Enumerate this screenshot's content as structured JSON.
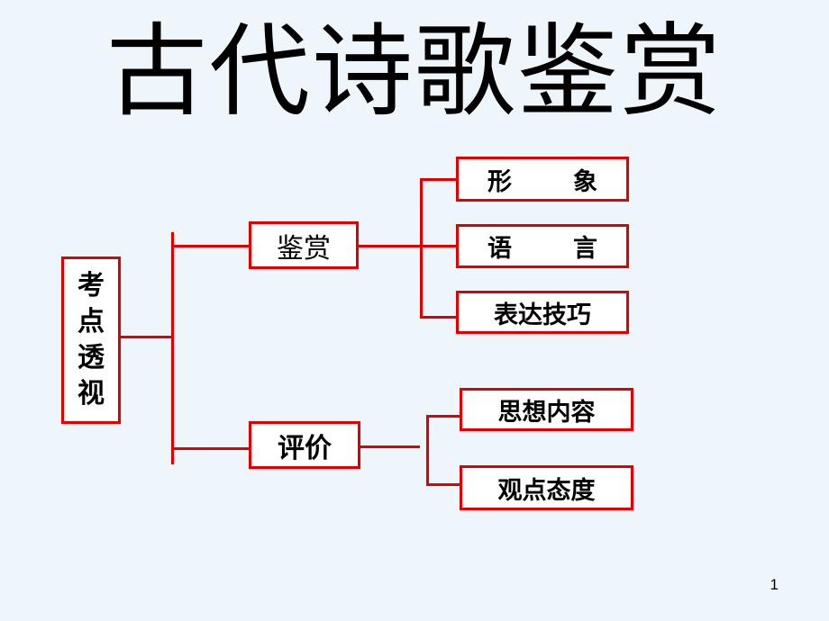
{
  "title": "古代诗歌鉴赏",
  "root": {
    "chars": [
      "考",
      "点",
      "透",
      "视"
    ]
  },
  "branches": {
    "appreciation": {
      "label": "鉴赏",
      "children": [
        "形",
        "象",
        "语",
        "言",
        "表达技巧"
      ]
    },
    "evaluation": {
      "label": "评价",
      "children": [
        "思想内容",
        "观点态度"
      ]
    }
  },
  "page_number": "1",
  "colors": {
    "line": "#e00000",
    "background": "#eef6fc",
    "box_fill": "#ffffff"
  }
}
